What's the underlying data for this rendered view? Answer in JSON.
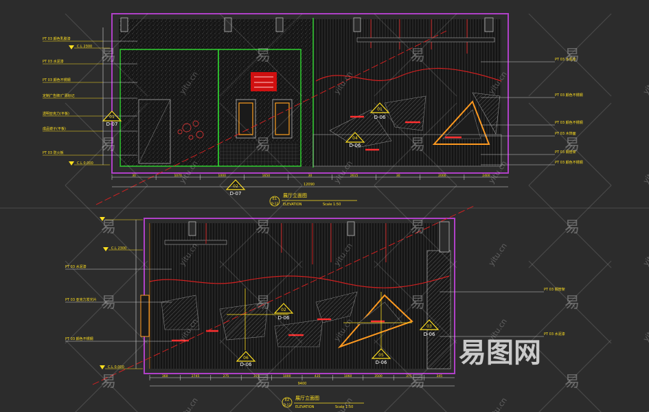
{
  "upper": {
    "title": "展厅立面图",
    "subtitle": "ELEVATION",
    "scale": "Scale 1:50",
    "sheet_no": "E1",
    "sheet_ref": "D-12",
    "left_labels": [
      "PT  03 颜色乳胶漆",
      "PT  03 水泥漆",
      "PT  03 颜色不锈钢",
      "定制广告牌/广源标记",
      "透明亚克力(平板)",
      "成品镜子(平板)",
      "PT  03 防火板"
    ],
    "right_labels": [
      "PT  03 水泥漆",
      "PT  03 颜色不锈钢",
      "PT  03 颜色不锈钢",
      "PT  03 木饰面",
      "PT  03 钢管架",
      "PT  03 颜色不锈钢"
    ],
    "level_labels": [
      "C.L 2300",
      "C.L 0.000"
    ],
    "dims": [
      "30",
      "1070",
      "1000",
      "1650",
      "30",
      "2615",
      "30",
      "2000",
      "2400"
    ],
    "total": "12090",
    "tags": [
      {
        "num": "01",
        "ref": "D-07"
      },
      {
        "num": "01",
        "ref": "D-06"
      },
      {
        "num": "04",
        "ref": "D-06"
      },
      {
        "num": "02",
        "ref": "D-07"
      }
    ]
  },
  "lower": {
    "title": "展厅立面图",
    "subtitle": "ELEVATION",
    "scale": "Scale 1:50",
    "sheet_no": "E2",
    "sheet_ref": "D-12",
    "left_labels": [
      "PT  03 水泥漆",
      "PT  03 亚克力发光片",
      "PT  03 颜色不锈钢"
    ],
    "right_labels": [
      "PT  03 钢管架",
      "PT  03 水泥漆"
    ],
    "level_labels": [
      "C.L 2300",
      "C.L 0.000"
    ],
    "dims": [
      "360",
      "2745",
      "275",
      "375",
      "1000",
      "435",
      "1060",
      "3500",
      "375",
      "345"
    ],
    "total": "9400",
    "tags": [
      {
        "num": "02",
        "ref": "D-06"
      },
      {
        "num": "03",
        "ref": "D-06"
      },
      {
        "num": "06",
        "ref": "D-06"
      },
      {
        "num": "05",
        "ref": "D-06"
      }
    ]
  },
  "watermark": {
    "glyph": "易",
    "latin": "yitu.cn",
    "logo": "易图网"
  }
}
